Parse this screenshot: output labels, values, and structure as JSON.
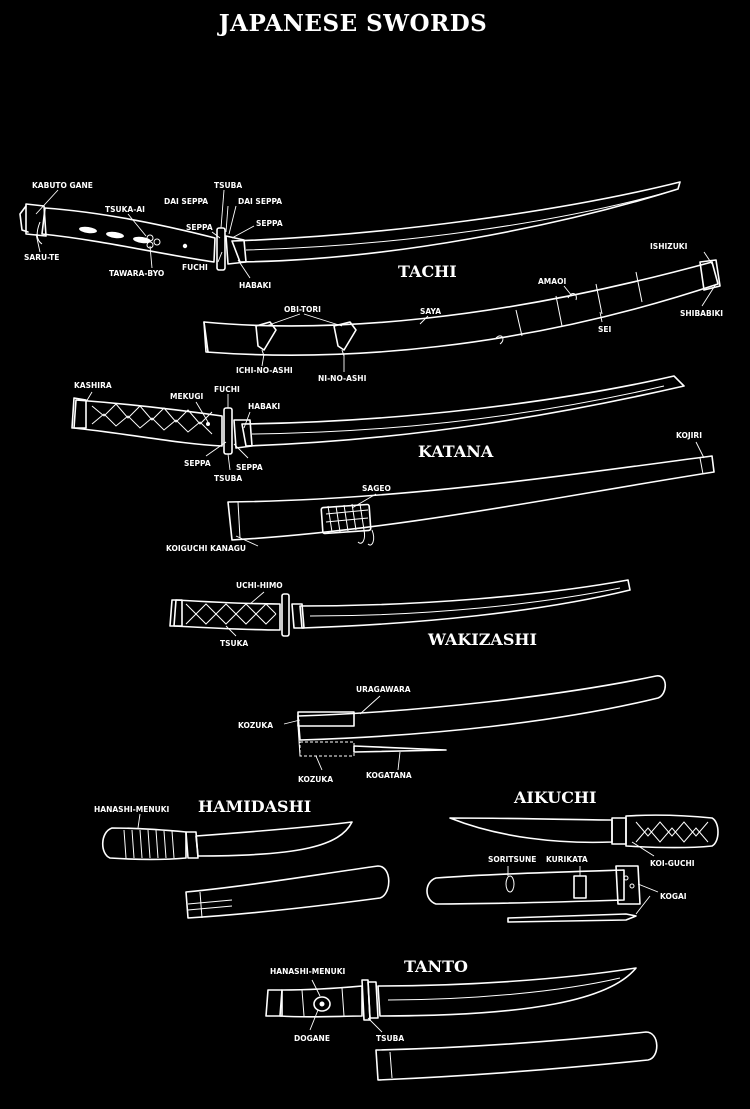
{
  "title": "JAPANESE SWORDS",
  "sections": {
    "tachi": "TACHI",
    "katana": "KATANA",
    "wakizashi": "WAKIZASHI",
    "hamidashi": "HAMIDASHI",
    "aikuchi": "AIKUCHI",
    "tanto": "TANTO"
  },
  "labels": {
    "kabuto_gane": "KABUTO GANE",
    "saru_te": "SARU-TE",
    "tsuka_ai": "TSUKA-AI",
    "tawara_byo": "TAWARA-BYO",
    "tachi_tsuba": "TSUBA",
    "tachi_dai_seppa_left": "DAI SEPPA",
    "tachi_dai_seppa_right": "DAI SEPPA",
    "tachi_seppa_left": "SEPPA",
    "tachi_seppa_right": "SEPPA",
    "tachi_fuchi": "FUCHI",
    "tachi_habaki": "HABAKI",
    "ishizuki": "ISHIZUKI",
    "amaoi": "AMAOI",
    "shibabiki": "SHIBABIKI",
    "sei": "SEI",
    "saya": "SAYA",
    "obi_tori": "OBI-TORI",
    "ichi_no_ashi": "ICHI-NO-ASHI",
    "ni_no_ashi": "NI-NO-ASHI",
    "kashira": "KASHIRA",
    "mekugi": "MEKUGI",
    "katana_fuchi": "FUCHI",
    "katana_habaki": "HABAKI",
    "katana_seppa_left": "SEPPA",
    "katana_seppa_right": "SEPPA",
    "katana_tsuba": "TSUBA",
    "kojiri": "KOJIRI",
    "sageo": "SAGEO",
    "koiguchi_kanagu": "KOIGUCHI KANAGU",
    "uchi_himo": "UCHI-HIMO",
    "tsuka": "TSUKA",
    "uragawara": "URAGAWARA",
    "kozuka_upper": "KOZUKA",
    "kozuka_lower": "KOZUKA",
    "kogatana": "KOGATANA",
    "hamidashi_hanashi_menuki": "HANASHI-MENUKI",
    "soritsune": "SORITSUNE",
    "kurikata": "KURIKATA",
    "koi_guchi": "KOI-GUCHI",
    "kogai": "KOGAI",
    "tanto_hanashi_menuki": "HANASHI-MENUKI",
    "dogane": "DOGANE",
    "tanto_tsuba": "TSUBA"
  }
}
